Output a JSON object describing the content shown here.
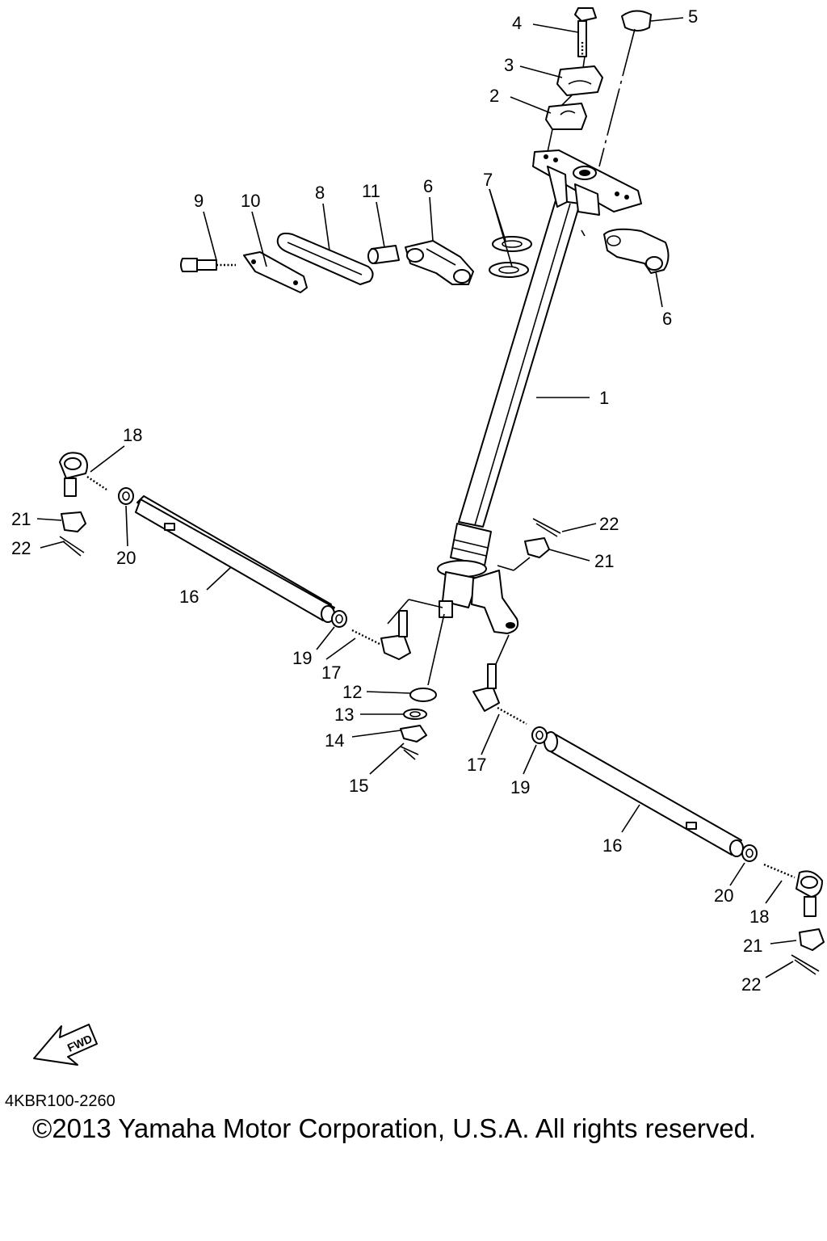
{
  "callouts": {
    "c1": "1",
    "c2": "2",
    "c3": "3",
    "c4": "4",
    "c5": "5",
    "c6a": "6",
    "c6b": "6",
    "c7": "7",
    "c8": "8",
    "c9": "9",
    "c10": "10",
    "c11": "11",
    "c12": "12",
    "c13": "13",
    "c14": "14",
    "c15": "15",
    "c16a": "16",
    "c16b": "16",
    "c17a": "17",
    "c17b": "17",
    "c18a": "18",
    "c18b": "18",
    "c19a": "19",
    "c19b": "19",
    "c20a": "20",
    "c20b": "20",
    "c21a": "21",
    "c21b": "21",
    "c21c": "21",
    "c22a": "22",
    "c22b": "22",
    "c22c": "22"
  },
  "fwd_label": "FWD",
  "diagram_code": "4KBR100-2260",
  "copyright": "©2013 Yamaha Motor Corporation, U.S.A. All rights reserved."
}
